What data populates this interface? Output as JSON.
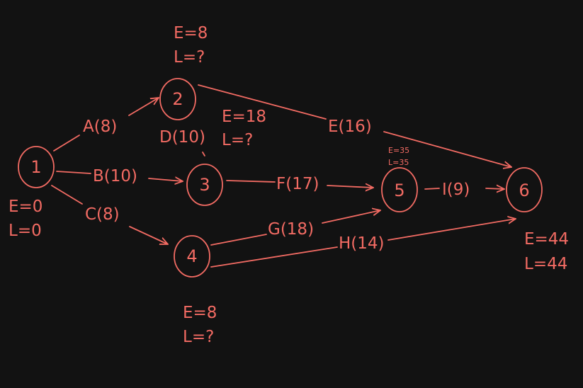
{
  "colors": {
    "background": "#121212",
    "ink": "#f26b63"
  },
  "nodes": [
    {
      "id": "1",
      "label": "1",
      "early": "E=0",
      "late": "L=0"
    },
    {
      "id": "2",
      "label": "2",
      "early": "E=8",
      "late": "L=?"
    },
    {
      "id": "3",
      "label": "3",
      "early": "E=18",
      "late": "L=?"
    },
    {
      "id": "4",
      "label": "4",
      "early": "E=8",
      "late": "L=?"
    },
    {
      "id": "5",
      "label": "5",
      "early": "E=35",
      "late": "L=35"
    },
    {
      "id": "6",
      "label": "6",
      "early": "E=44",
      "late": "L=44"
    }
  ],
  "edges": [
    {
      "id": "A",
      "label": "A(8)",
      "from": "1",
      "to": "2"
    },
    {
      "id": "B",
      "label": "B(10)",
      "from": "1",
      "to": "3"
    },
    {
      "id": "C",
      "label": "C(8)",
      "from": "1",
      "to": "4"
    },
    {
      "id": "D",
      "label": "D(10)",
      "from": "2",
      "to": "3"
    },
    {
      "id": "E",
      "label": "E(16)",
      "from": "2",
      "to": "6"
    },
    {
      "id": "F",
      "label": "F(17)",
      "from": "3",
      "to": "5"
    },
    {
      "id": "G",
      "label": "G(18)",
      "from": "4",
      "to": "5"
    },
    {
      "id": "H",
      "label": "H(14)",
      "from": "4",
      "to": "6"
    },
    {
      "id": "I",
      "label": "I(9)",
      "from": "5",
      "to": "6"
    }
  ]
}
